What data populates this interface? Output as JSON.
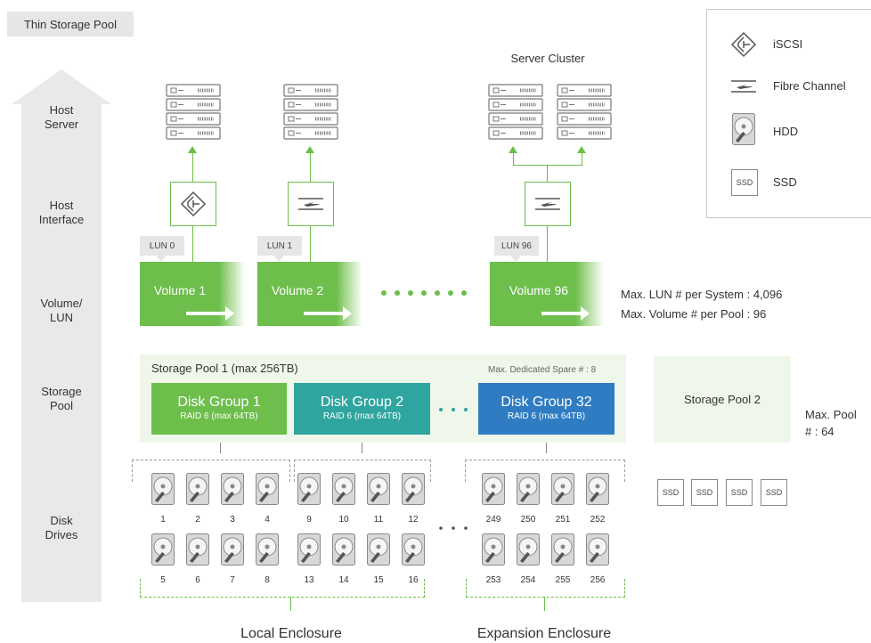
{
  "title": "Thin Storage Pool",
  "layers": [
    "Host\nServer",
    "Host\nInterface",
    "Volume/\nLUN",
    "Storage\nPool",
    "Disk\nDrives"
  ],
  "server_cluster_label": "Server Cluster",
  "luns": [
    "LUN 0",
    "LUN 1",
    "LUN 96"
  ],
  "volumes": [
    "Volume 1",
    "Volume 2",
    "Volume 96"
  ],
  "volume_notes": [
    "Max. LUN # per System : 4,096",
    "Max. Volume # per Pool : 96"
  ],
  "pool1": {
    "title": "Storage Pool 1 (max 256TB)",
    "spare": "Max. Dedicated Spare # : 8",
    "groups": [
      {
        "name": "Disk Group 1",
        "raid": "RAID 6 (max 64TB)",
        "color": "#6dbe4b"
      },
      {
        "name": "Disk Group 2",
        "raid": "RAID 6 (max 64TB)",
        "color": "#2fa5a0"
      },
      {
        "name": "Disk Group 32",
        "raid": "RAID 6 (max 64TB)",
        "color": "#2f7cc2"
      }
    ]
  },
  "pool2": {
    "title": "Storage Pool 2"
  },
  "pool_note": "Max. Pool\n# : 64",
  "disks": {
    "row1": [
      "1",
      "2",
      "3",
      "4",
      "9",
      "10",
      "11",
      "12",
      "249",
      "250",
      "251",
      "252"
    ],
    "row2": [
      "5",
      "6",
      "7",
      "8",
      "13",
      "14",
      "15",
      "16",
      "253",
      "254",
      "255",
      "256"
    ]
  },
  "ssd_label": "SSD",
  "enclosures": [
    "Local Enclosure",
    "Expansion Enclosure"
  ],
  "legend": [
    {
      "icon": "iscsi-icon",
      "label": "iSCSI"
    },
    {
      "icon": "fibre-channel-icon",
      "label": "Fibre Channel"
    },
    {
      "icon": "hdd-icon",
      "label": "HDD"
    },
    {
      "icon": "ssd-icon",
      "label": "SSD"
    }
  ],
  "colors": {
    "accent": "#6dbe4b",
    "teal": "#2fa5a0",
    "blue": "#2f7cc2",
    "gray": "#e9e9e9"
  }
}
